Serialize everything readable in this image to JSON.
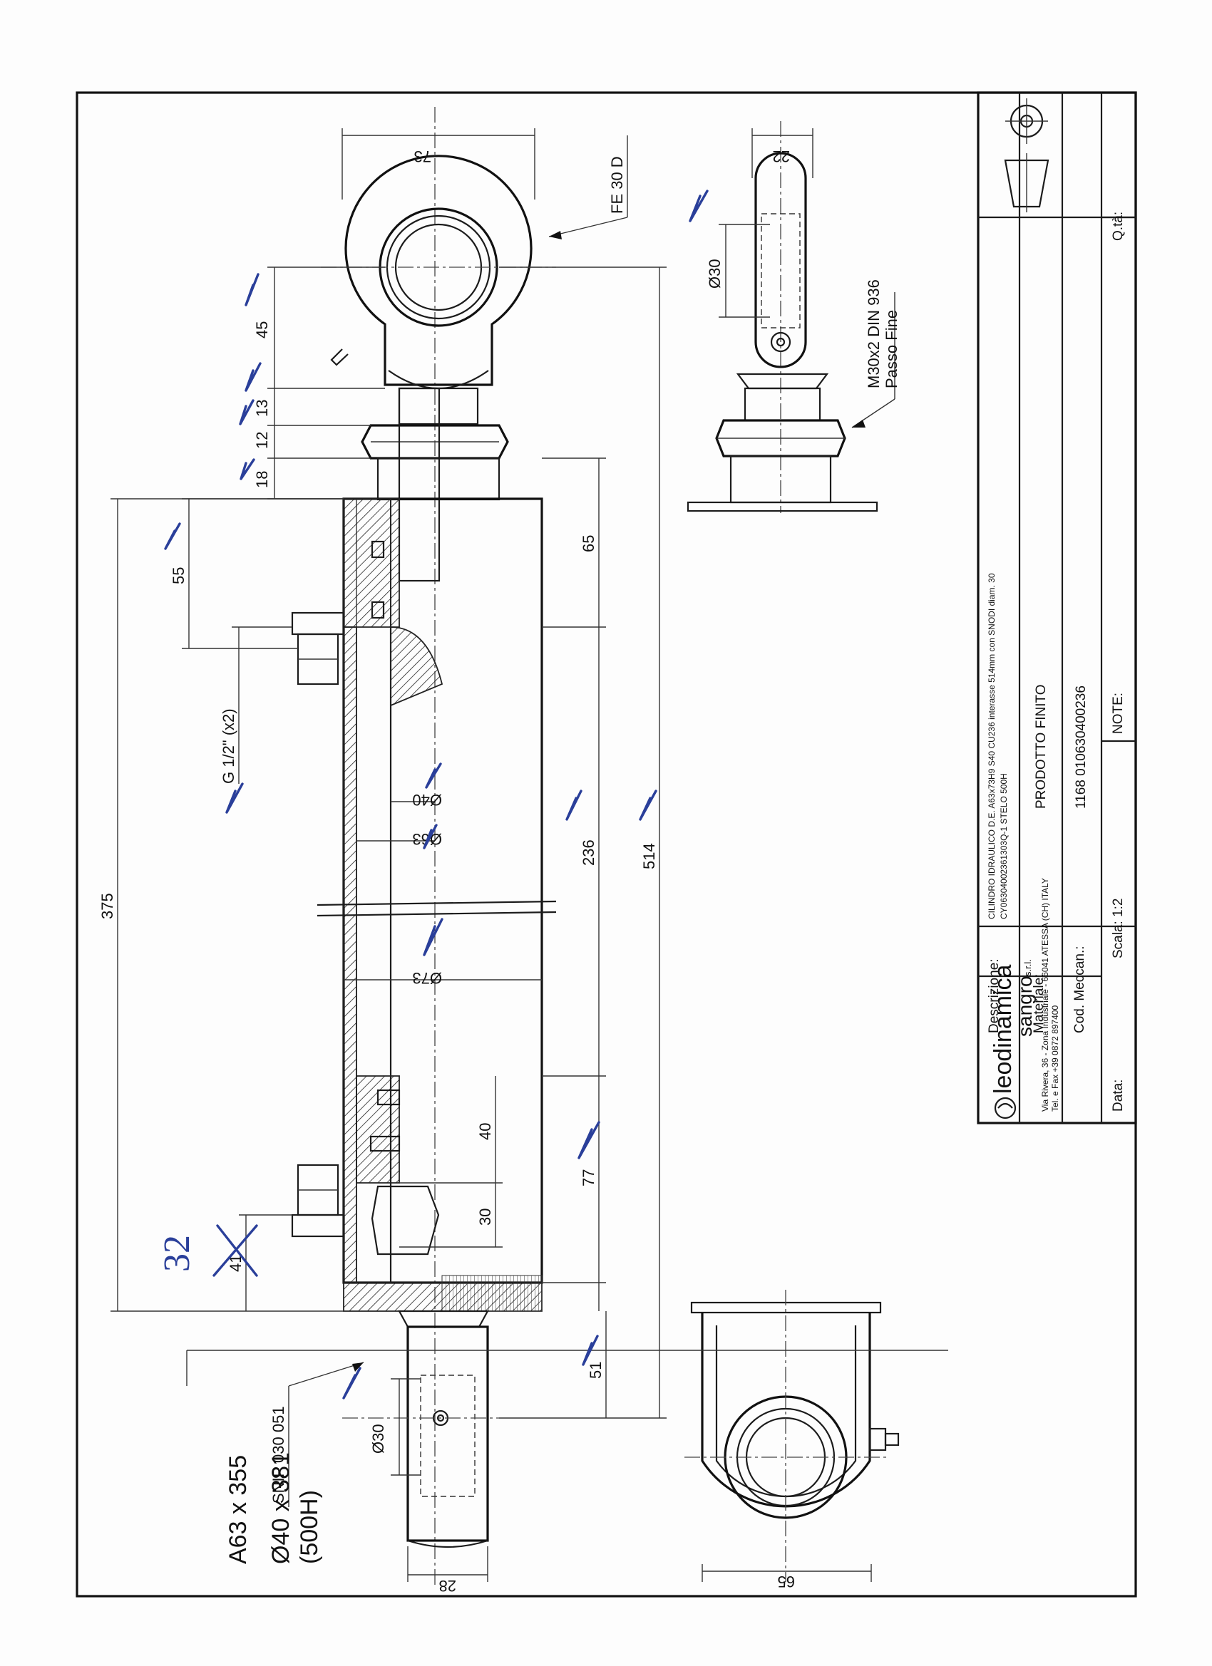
{
  "title_block": {
    "company_name": "leodinamica",
    "company_sub": "sangro",
    "company_suffix": "s.r.l.",
    "company_addr1": "Via Rivera, 36 - Zona Industriale - 66041 ATESSA (CH) ITALY",
    "company_addr2": "Tel. e Fax +39 0872 897400",
    "descrizione_label": "Descrizione:",
    "descrizione_value_1": "CILINDRO IDRAULICO D.E. A63x73H9 S40 CU236 interasse 514mm con SNODI diam. 30",
    "descrizione_value_2": "CY06304002361303Q-1 STELO 500H",
    "materiale_label": "Materiale:",
    "materiale_value": "PRODOTTO FINITO",
    "cod_label": "Cod. Meccan.:",
    "cod_value": "1168 010630400236",
    "data_label": "Data:",
    "scala_label": "Scala: 1:2",
    "note_label": "NOTE:",
    "qta_label": "Q.tà:"
  },
  "dimensions": {
    "d73_top": "73",
    "d22": "22",
    "d30_eye": "Ø30",
    "d45": "45",
    "d13": "13",
    "d12": "12",
    "d18": "18",
    "d55": "55",
    "d65": "65",
    "d375": "375",
    "d236": "236",
    "d514": "514",
    "d40": "Ø40",
    "d63": "Ø63",
    "d73_bore": "Ø73",
    "d40b": "40",
    "d30b": "30",
    "d77": "77",
    "d41": "41",
    "d51": "51",
    "d30_base": "Ø30",
    "d28": "28",
    "d65b": "65"
  },
  "labels": {
    "fe30d": "FE 30 D",
    "m30": "M30x2 DIN 936",
    "passo": "Passo Fine",
    "g12": "G 1/2\" (x2)",
    "snip": "SNIP 030 051",
    "spec1": "A63 x 355",
    "spec2": "Ø40 x 381",
    "spec3": "(500H)"
  },
  "annotations": {
    "handwritten_value": "32"
  }
}
